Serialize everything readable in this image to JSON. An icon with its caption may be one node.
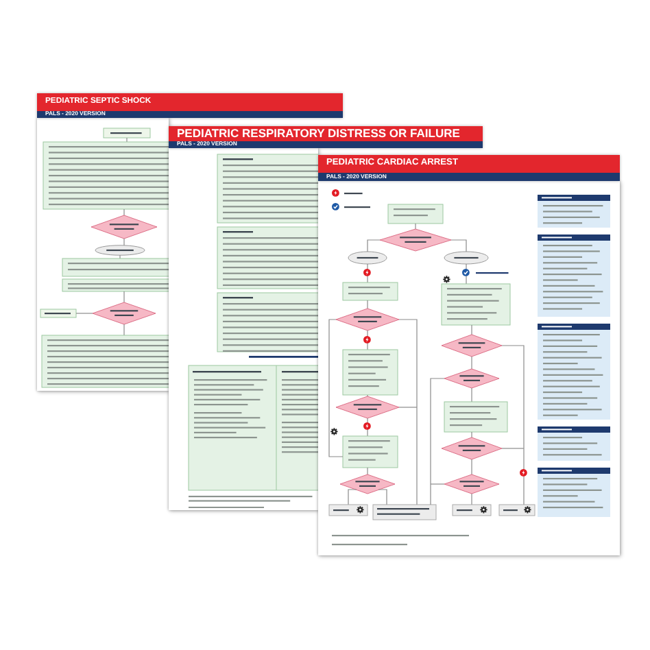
{
  "diagram": {
    "nodes": [
      {
        "text": [
          "PEDIATRIC SEPTIC SHOCK",
          "PALS - 2020 VERSION"
        ]
      },
      {
        "text": [
          "PEDIATRIC RESPIRATORY DISTRESS OR FAILURE",
          "PALS - 2020 VERSION"
        ]
      },
      {
        "text": [
          "PEDIATRIC CARDIAC ARREST",
          "PALS - 2020 VERSION"
        ]
      }
    ]
  }
}
